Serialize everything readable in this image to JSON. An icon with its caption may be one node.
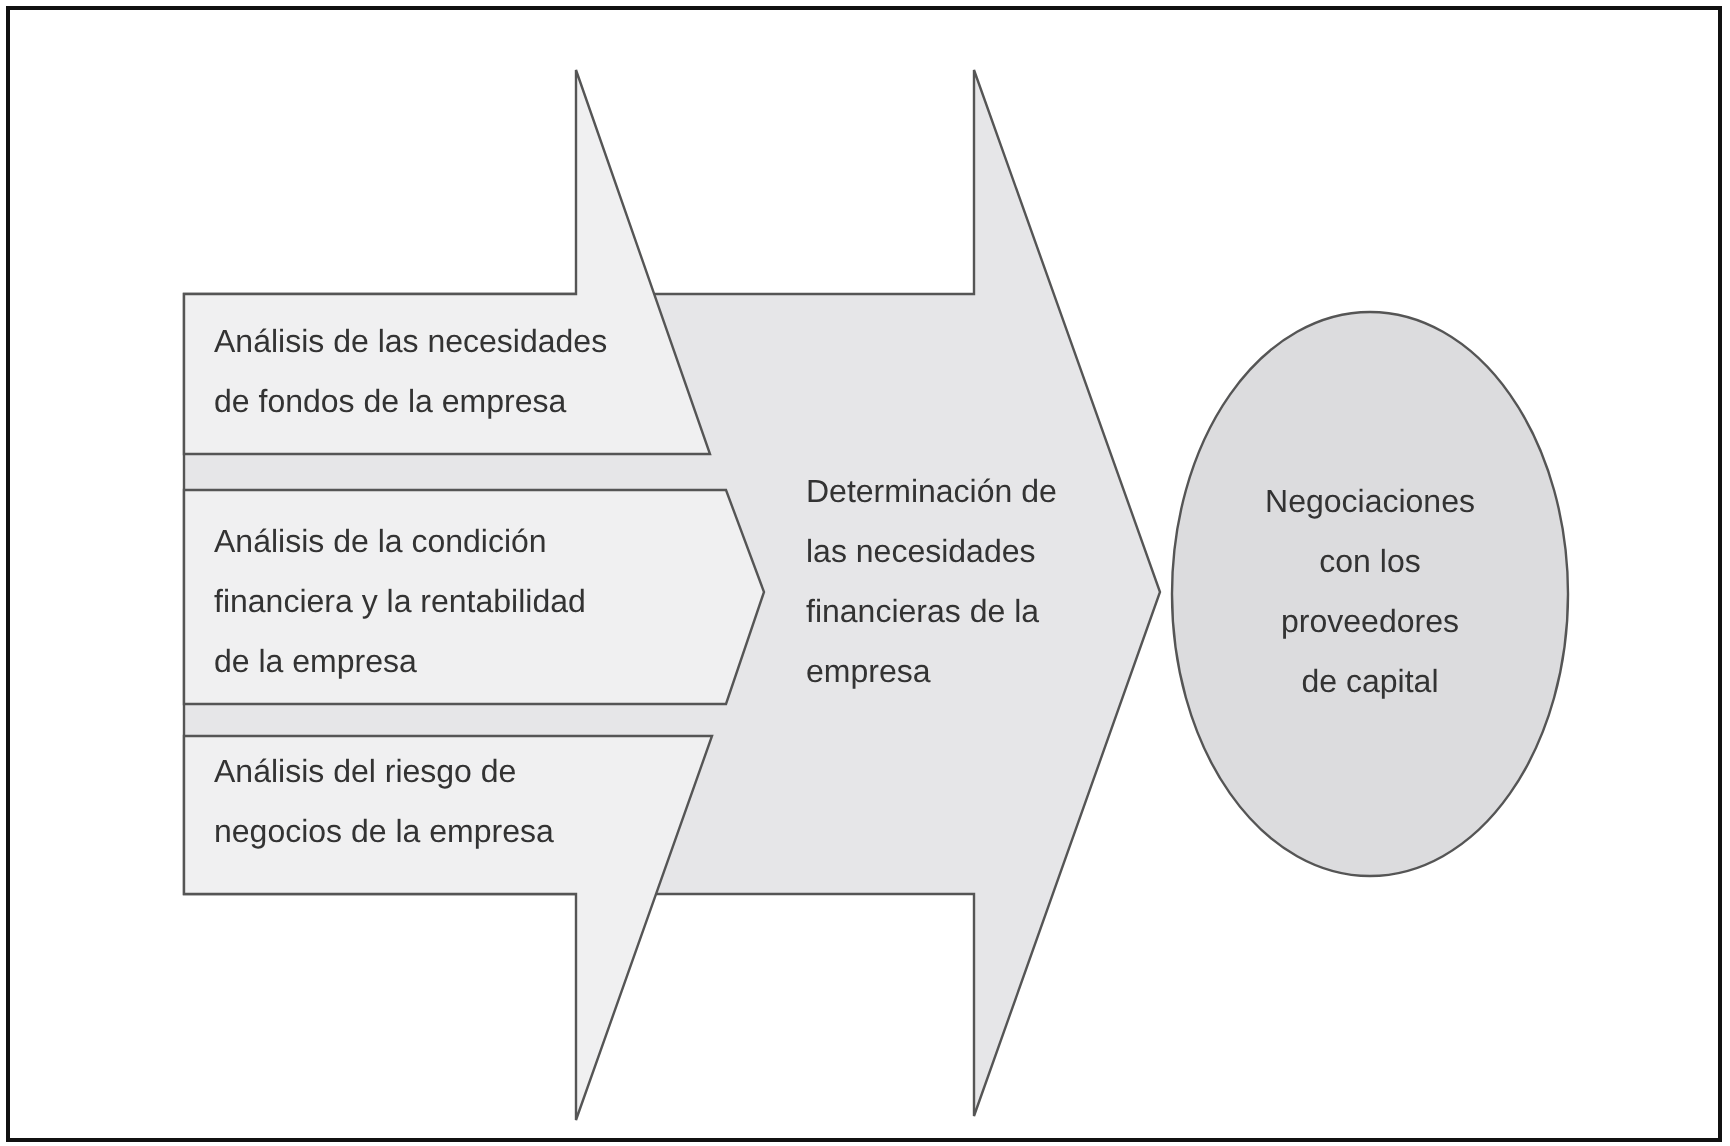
{
  "diagram": {
    "nodes": [
      {
        "text": [
          "Análisis de las necesidades de fondos de la empresa"
        ]
      },
      {
        "text": [
          "Análisis de la condición financiera y la rentabilidad de la empresa"
        ],
        "in": 3
      },
      {
        "text": [
          "Análisis del riesgo de negocios de la empresa"
        ]
      },
      {
        "text": [
          "Determinación de las necesidades financieras de la empresa"
        ]
      },
      {
        "text": [
          "Negociaciones con los proveedores de capital"
        ]
      }
    ]
  }
}
